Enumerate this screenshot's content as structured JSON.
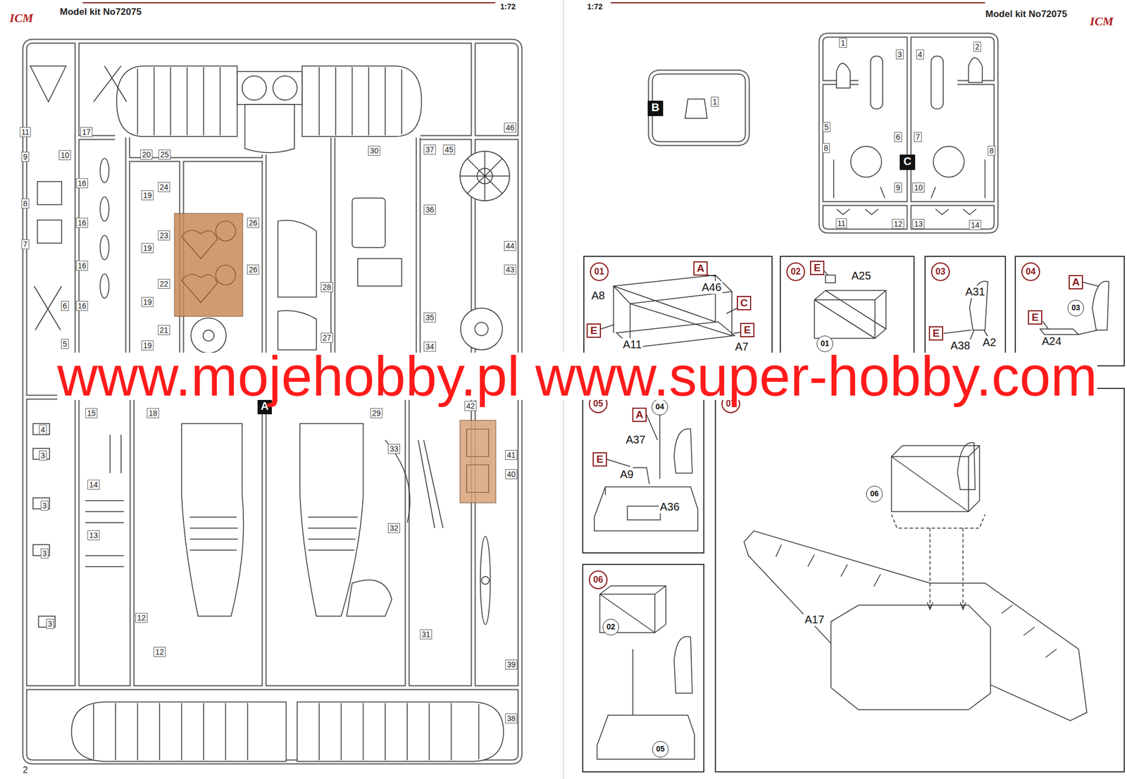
{
  "diagram": {
    "nodes": [
      {
        "text": [
          "A"
        ]
      },
      {
        "text": [
          "B"
        ]
      },
      {
        "text": [
          "C"
        ]
      },
      {
        "text": [
          "01"
        ]
      },
      {
        "text": [
          "A"
        ],
        "in": 3
      },
      {
        "text": [
          "C"
        ],
        "in": 3
      },
      {
        "text": [
          "E"
        ],
        "in": 3
      },
      {
        "text": [
          "E"
        ],
        "in": 3
      },
      {
        "text": [
          "02"
        ]
      },
      {
        "text": [
          "E"
        ],
        "in": 8
      },
      {
        "text": [
          "01"
        ],
        "in": 8
      },
      {
        "text": [
          "03"
        ]
      },
      {
        "text": [
          "E"
        ],
        "in": 11
      },
      {
        "text": [
          "04"
        ]
      },
      {
        "text": [
          "A"
        ],
        "in": 13
      },
      {
        "text": [
          "03"
        ],
        "in": 13
      },
      {
        "text": [
          "E"
        ],
        "in": 13
      },
      {
        "text": [
          "05"
        ]
      },
      {
        "text": [
          "A"
        ],
        "in": 17
      },
      {
        "text": [
          "04"
        ],
        "in": 17
      },
      {
        "text": [
          "E"
        ],
        "in": 17
      },
      {
        "text": [
          "06"
        ]
      },
      {
        "text": [
          "02"
        ],
        "in": 21
      },
      {
        "text": [
          "05"
        ],
        "in": 21
      },
      {
        "text": [
          "07"
        ]
      },
      {
        "text": [
          "06"
        ],
        "in": 24
      }
    ],
    "labels": [
      "ICM",
      "Model kit No72075",
      "1:72",
      "1:72",
      "Model kit No72075",
      "ICM",
      "11",
      "17",
      "46",
      "9",
      "10",
      "20",
      "25",
      "30",
      "37",
      "45",
      "8",
      "16",
      "24",
      "19",
      "7",
      "16",
      "23",
      "26",
      "26",
      "19",
      "36",
      "44",
      "43",
      "22",
      "16",
      "19",
      "6",
      "28",
      "16",
      "21",
      "27",
      "35",
      "5",
      "19",
      "34",
      "42",
      "15",
      "18",
      "29",
      "4",
      "3",
      "14",
      "33",
      "41",
      "40",
      "3",
      "13",
      "32",
      "3",
      "12",
      "3",
      "12",
      "31",
      "39",
      "38",
      "1",
      "1",
      "2",
      "3",
      "4",
      "5",
      "6",
      "7",
      "8",
      "8",
      "9",
      "10",
      "11",
      "12",
      "13",
      "14",
      "A46",
      "A8",
      "A11",
      "A7",
      "A25",
      "A31",
      "A38",
      "A2",
      "A24",
      "A37",
      "A9",
      "A36",
      "A17",
      "www.mojehobby.pl www.super-hobby.com",
      "2"
    ]
  }
}
